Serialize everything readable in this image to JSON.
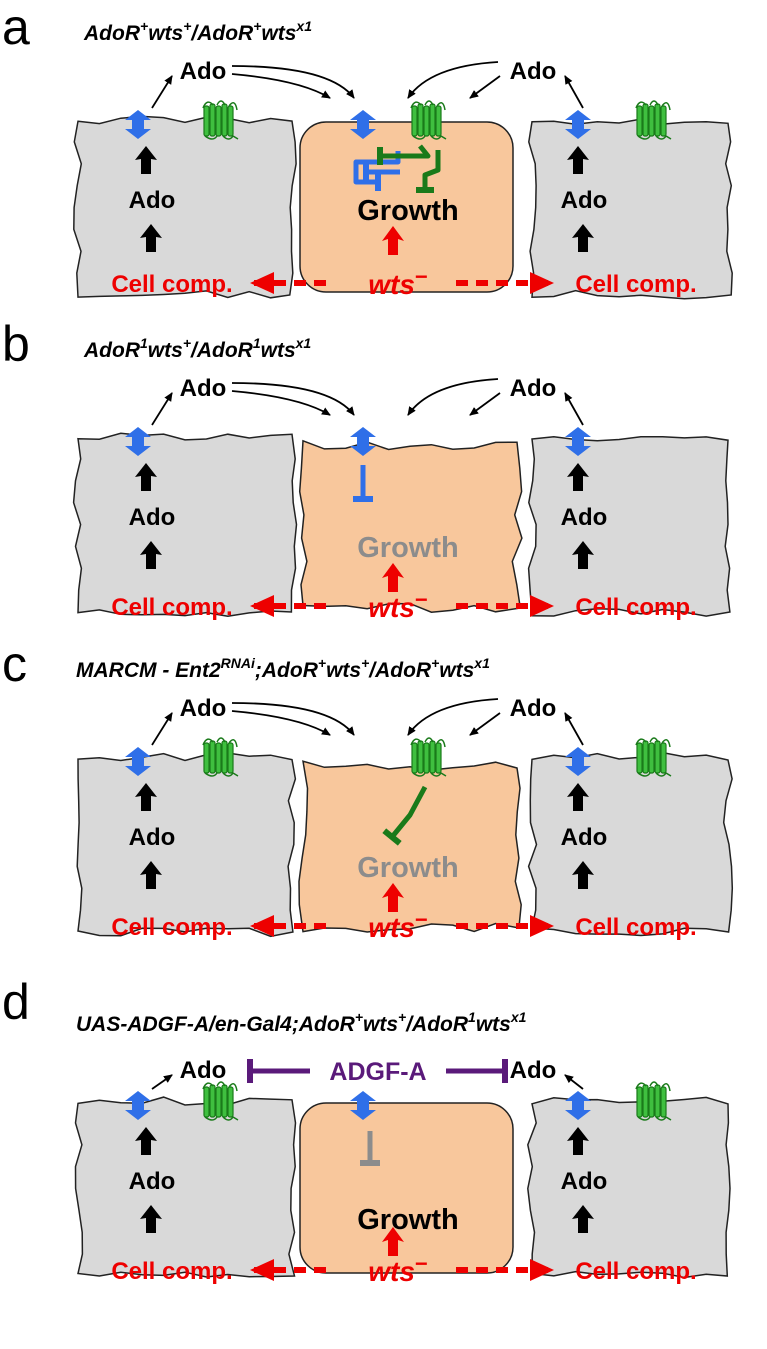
{
  "panels": [
    {
      "letter": "a",
      "genotype": [
        {
          "t": "AdoR"
        },
        {
          "t": "+",
          "sup": true
        },
        {
          "t": "wts"
        },
        {
          "t": "+",
          "sup": true
        },
        {
          "t": "/AdoR"
        },
        {
          "t": "+",
          "sup": true
        },
        {
          "t": "wts"
        },
        {
          "t": "x1",
          "sup": true
        }
      ],
      "ado_left": "Ado",
      "ado_right": "Ado",
      "cell_ado_left": "Ado",
      "cell_ado_right": "Ado",
      "growth": "Growth",
      "cell_comp_left": "Cell comp.",
      "cell_comp_right": "Cell comp.",
      "wts": "wts",
      "wts_sup": "−"
    },
    {
      "letter": "b",
      "genotype": [
        {
          "t": "AdoR"
        },
        {
          "t": "1",
          "sup": true
        },
        {
          "t": "wts"
        },
        {
          "t": "+",
          "sup": true
        },
        {
          "t": "/AdoR"
        },
        {
          "t": "1",
          "sup": true
        },
        {
          "t": "wts"
        },
        {
          "t": "x1",
          "sup": true
        }
      ],
      "ado_left": "Ado",
      "ado_right": "Ado",
      "cell_ado_left": "Ado",
      "cell_ado_right": "Ado",
      "growth": "Growth",
      "cell_comp_left": "Cell comp.",
      "cell_comp_right": "Cell comp.",
      "wts": "wts",
      "wts_sup": "−"
    },
    {
      "letter": "c",
      "genotype": [
        {
          "t": "MARCM - Ent2"
        },
        {
          "t": "RNAi",
          "sup": true
        },
        {
          "t": ";AdoR"
        },
        {
          "t": "+",
          "sup": true
        },
        {
          "t": "wts"
        },
        {
          "t": "+",
          "sup": true
        },
        {
          "t": "/AdoR"
        },
        {
          "t": "+",
          "sup": true
        },
        {
          "t": "wts"
        },
        {
          "t": "x1",
          "sup": true
        }
      ],
      "ado_left": "Ado",
      "ado_right": "Ado",
      "cell_ado_left": "Ado",
      "cell_ado_right": "Ado",
      "growth": "Growth",
      "cell_comp_left": "Cell comp.",
      "cell_comp_right": "Cell comp.",
      "wts": "wts",
      "wts_sup": "−"
    },
    {
      "letter": "d",
      "genotype": [
        {
          "t": "UAS-ADGF-A/en-Gal4;AdoR"
        },
        {
          "t": "+",
          "sup": true
        },
        {
          "t": "wts"
        },
        {
          "t": "+",
          "sup": true
        },
        {
          "t": "/AdoR"
        },
        {
          "t": "1",
          "sup": true
        },
        {
          "t": "wts"
        },
        {
          "t": "x1",
          "sup": true
        }
      ],
      "ado_left": "Ado",
      "ado_right": "Ado",
      "cell_ado_left": "Ado",
      "cell_ado_right": "Ado",
      "growth": "Growth",
      "cell_comp_left": "Cell comp.",
      "cell_comp_right": "Cell comp.",
      "wts": "wts",
      "wts_sup": "−",
      "enzyme": "ADGF-A"
    }
  ],
  "colors": {
    "cell_gray": "#d9d9d9",
    "cell_orange": "#f8c79c",
    "red": "#ee0000",
    "blue": "#2f6fe8",
    "green": "#1a7a1a",
    "receptor_green": "#3fbf3f",
    "purple": "#5a1a7a",
    "gray_text": "#8c8c8c"
  },
  "icons": {
    "transporter": "transporter-double-arrow-icon",
    "receptor": "adenosine-receptor-icon"
  }
}
